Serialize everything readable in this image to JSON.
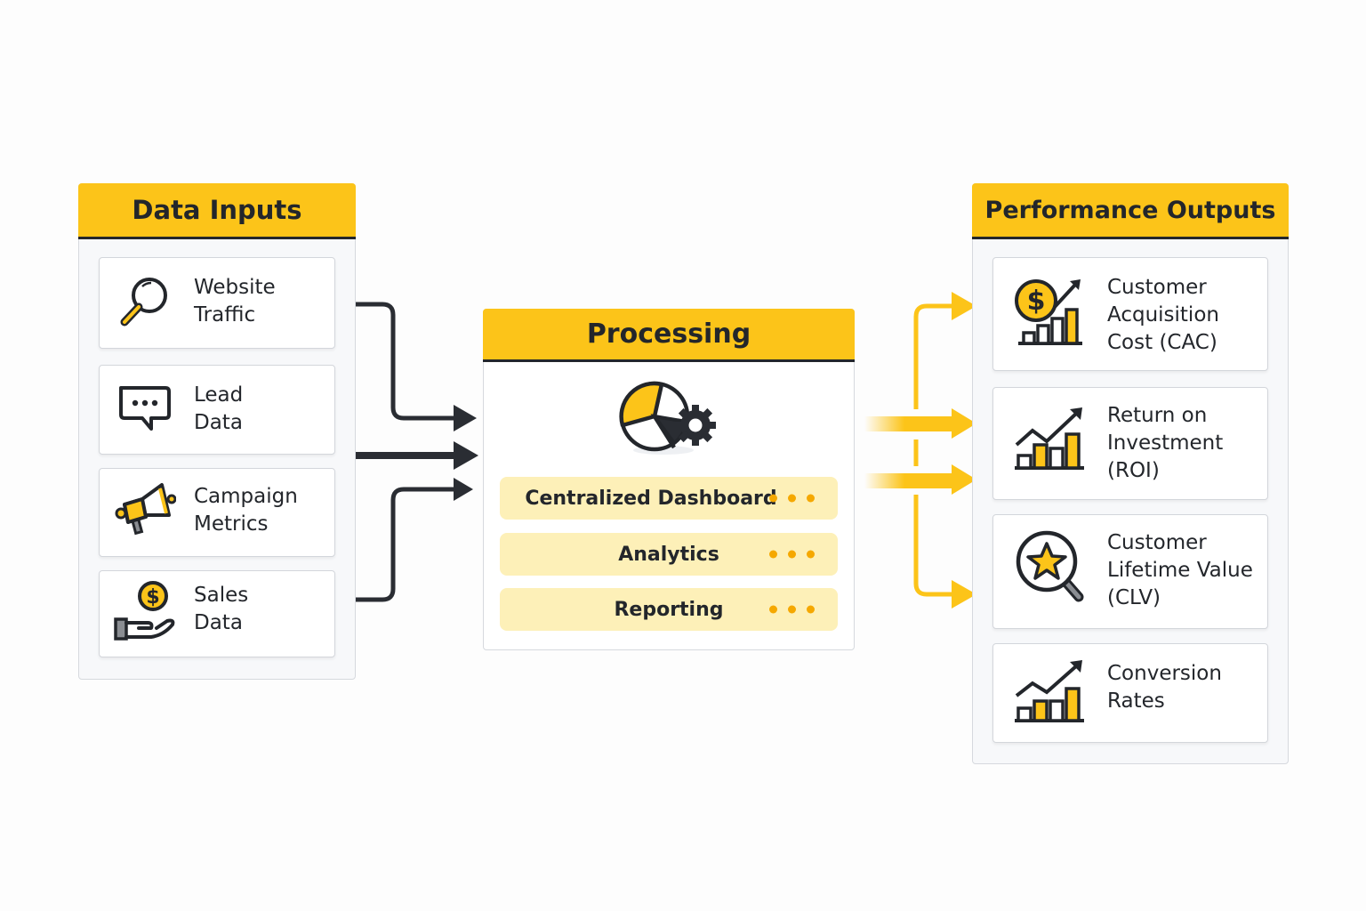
{
  "inputs": {
    "title": "Data Inputs",
    "items": [
      {
        "label": "Website\nTraffic",
        "icon": "magnifier-icon"
      },
      {
        "label": "Lead\nData",
        "icon": "chat-bubble-icon"
      },
      {
        "label": "Campaign\nMetrics",
        "icon": "megaphone-icon"
      },
      {
        "label": "Sales\nData",
        "icon": "hand-coin-icon"
      }
    ]
  },
  "processing": {
    "title": "Processing",
    "icon": "pie-chart-gear-icon",
    "rows": [
      {
        "label": "Centralized Dashboard"
      },
      {
        "label": "Analytics"
      },
      {
        "label": "Reporting"
      }
    ]
  },
  "outputs": {
    "title": "Performance Outputs",
    "items": [
      {
        "label": "Customer\nAcquisition\nCost (CAC)",
        "icon": "dollar-growth-chart-icon"
      },
      {
        "label": "Return on\nInvestment\n(ROI)",
        "icon": "growth-bar-chart-icon"
      },
      {
        "label": "Customer\nLifetime Value\n(CLV)",
        "icon": "star-magnifier-icon"
      },
      {
        "label": "Conversion\nRates",
        "icon": "growth-bar-chart-icon"
      }
    ]
  },
  "colors": {
    "accent": "#fcc419",
    "dark": "#23262b",
    "row_fill": "#fdf0b8",
    "dots": "#f5a800"
  }
}
